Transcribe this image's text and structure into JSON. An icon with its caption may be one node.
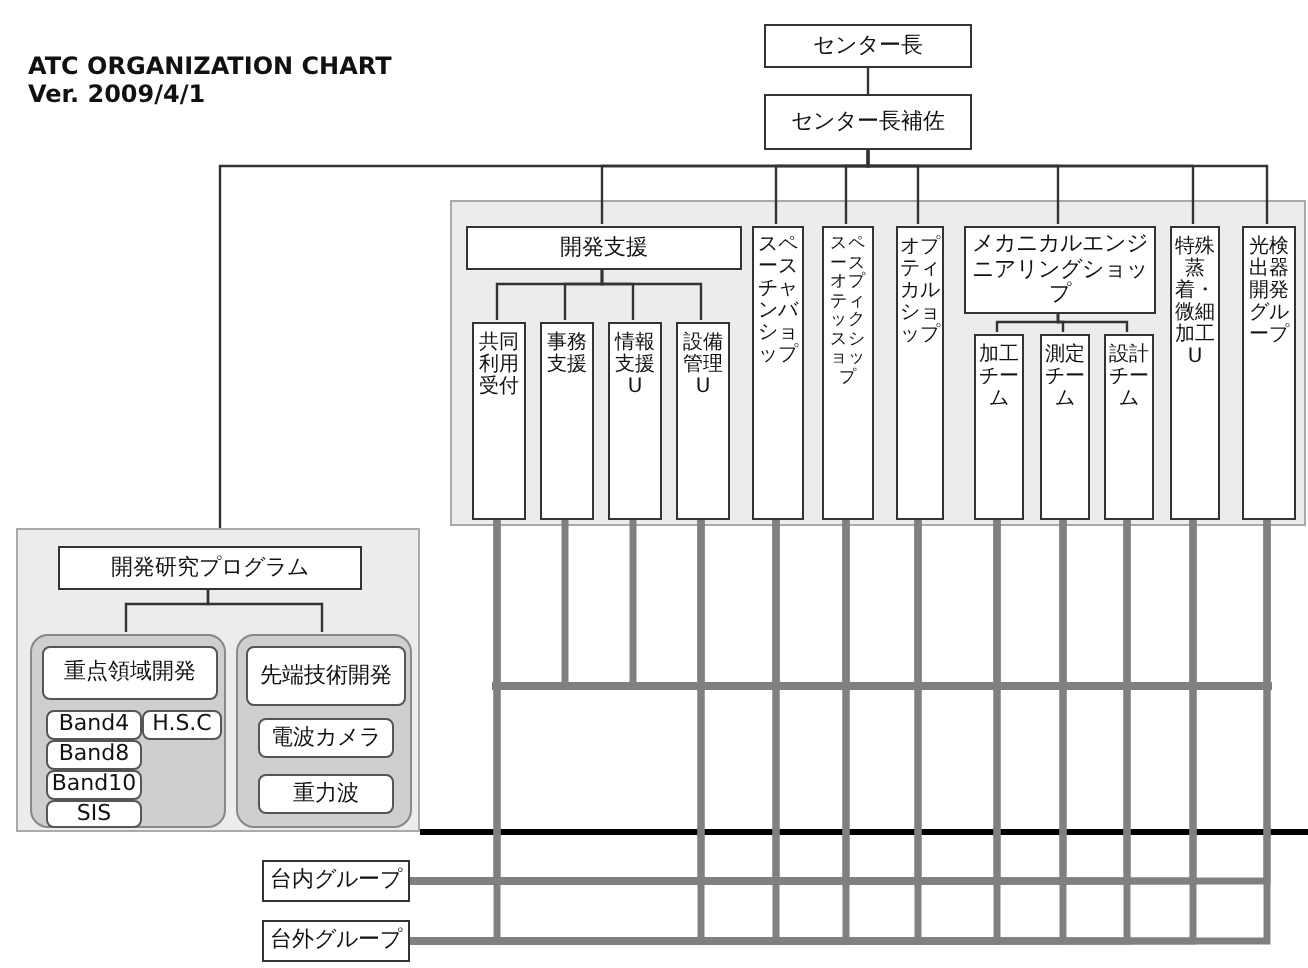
{
  "diagram": {
    "title": "ATC ORGANIZATION CHART",
    "nodes": [
      {
        "text": [
          "センター長"
        ]
      },
      {
        "text": [
          "センター長補佐"
        ]
      },
      {
        "text": [],
        "shape": "box"
      },
      {
        "text": [
          "開発支援"
        ],
        "in": 2
      },
      {
        "text": [
          "共同利用受付"
        ],
        "in": 2
      },
      {
        "text": [
          "事務支援"
        ],
        "in": 2
      },
      {
        "text": [
          "情報支援U"
        ],
        "in": 2
      },
      {
        "text": [
          "設備管理U"
        ],
        "in": 2
      },
      {
        "text": [
          "スペースチャンバショップ"
        ],
        "in": 2
      },
      {
        "text": [
          "スペースオプティックスショップ"
        ],
        "in": 2
      },
      {
        "text": [
          "オプティカルショップ"
        ],
        "in": 2
      },
      {
        "text": [
          "メカニカルエンジニアリングショップ"
        ],
        "in": 2
      },
      {
        "text": [
          "加工チーム"
        ],
        "in": 2
      },
      {
        "text": [
          "測定チーム"
        ],
        "in": 2
      },
      {
        "text": [
          "設計チーム"
        ],
        "in": 2
      },
      {
        "text": [
          "特殊蒸着・微細加工U"
        ],
        "in": 2
      },
      {
        "text": [
          "光検出器開発グループ"
        ],
        "in": 2
      },
      {
        "text": [],
        "shape": "box"
      },
      {
        "text": [
          "開発研究プログラム"
        ],
        "in": 17
      },
      {
        "text": [],
        "shape": "box",
        "in": 17
      },
      {
        "text": [
          "重点領域開発"
        ],
        "in": 19
      },
      {
        "text": [
          "Band4"
        ],
        "in": 19
      },
      {
        "text": [
          "H.S.C"
        ],
        "in": 19
      },
      {
        "text": [
          "Band8"
        ],
        "in": 19
      },
      {
        "text": [
          "Band10"
        ],
        "in": 19
      },
      {
        "text": [
          "SIS"
        ],
        "in": 19
      },
      {
        "text": [],
        "shape": "box",
        "in": 17
      },
      {
        "text": [
          "先端技術開発"
        ],
        "in": 26
      },
      {
        "text": [
          "電波カメラ"
        ],
        "in": 26
      },
      {
        "text": [
          "重力波"
        ],
        "in": 26
      },
      {
        "text": [
          "台内グループ"
        ]
      },
      {
        "text": [
          "台外グループ"
        ]
      },
      {
        "text": [],
        "shape": "bar"
      }
    ],
    "edges": [
      {
        "from": 0,
        "to": 1,
        "arrow": "none"
      },
      {
        "from": 1,
        "to": 17,
        "arrow": "none"
      },
      {
        "from": 1,
        "to": 3,
        "arrow": "none"
      },
      {
        "from": 1,
        "to": 8,
        "arrow": "none"
      },
      {
        "from": 1,
        "to": 9,
        "arrow": "none"
      },
      {
        "from": 1,
        "to": 10,
        "arrow": "none"
      },
      {
        "from": 1,
        "to": 11,
        "arrow": "none"
      },
      {
        "from": 1,
        "to": 15,
        "arrow": "none"
      },
      {
        "from": 1,
        "to": 16,
        "arrow": "none"
      },
      {
        "from": 3,
        "to": 4,
        "arrow": "none"
      },
      {
        "from": 3,
        "to": 5,
        "arrow": "none"
      },
      {
        "from": 3,
        "to": 6,
        "arrow": "none"
      },
      {
        "from": 3,
        "to": 7,
        "arrow": "none"
      },
      {
        "from": 11,
        "to": 12,
        "arrow": "none"
      },
      {
        "from": 11,
        "to": 13,
        "arrow": "none"
      },
      {
        "from": 11,
        "to": 14,
        "arrow": "none"
      },
      {
        "from": 18,
        "to": 19,
        "arrow": "none"
      },
      {
        "from": 18,
        "to": 26,
        "arrow": "none"
      },
      {
        "from": 4,
        "to": 32,
        "arrow": "none",
        "color": "#808080"
      },
      {
        "from": 5,
        "to": 32,
        "arrow": "none",
        "color": "#808080"
      },
      {
        "from": 6,
        "to": 32,
        "arrow": "none",
        "color": "#808080"
      },
      {
        "from": 7,
        "to": 32,
        "arrow": "none",
        "color": "#808080"
      },
      {
        "from": 8,
        "to": 32,
        "arrow": "none",
        "color": "#808080"
      },
      {
        "from": 9,
        "to": 32,
        "arrow": "none",
        "color": "#808080"
      },
      {
        "from": 10,
        "to": 32,
        "arrow": "none",
        "color": "#808080"
      },
      {
        "from": 12,
        "to": 32,
        "arrow": "none",
        "color": "#808080"
      },
      {
        "from": 13,
        "to": 32,
        "arrow": "none",
        "color": "#808080"
      },
      {
        "from": 14,
        "to": 32,
        "arrow": "none",
        "color": "#808080"
      },
      {
        "from": 15,
        "to": 32,
        "arrow": "none",
        "color": "#808080"
      },
      {
        "from": 16,
        "to": 32,
        "arrow": "none",
        "color": "#808080"
      },
      {
        "from": 30,
        "to": 4,
        "arrow": "none",
        "color": "#808080"
      },
      {
        "from": 30,
        "to": 7,
        "arrow": "none",
        "color": "#808080"
      },
      {
        "from": 30,
        "to": 8,
        "arrow": "none",
        "color": "#808080"
      },
      {
        "from": 30,
        "to": 9,
        "arrow": "none",
        "color": "#808080"
      },
      {
        "from": 30,
        "to": 10,
        "arrow": "none",
        "color": "#808080"
      },
      {
        "from": 30,
        "to": 12,
        "arrow": "none",
        "color": "#808080"
      },
      {
        "from": 30,
        "to": 13,
        "arrow": "none",
        "color": "#808080"
      },
      {
        "from": 30,
        "to": 14,
        "arrow": "none",
        "color": "#808080"
      },
      {
        "from": 30,
        "to": 15,
        "arrow": "none",
        "color": "#808080"
      },
      {
        "from": 30,
        "to": 16,
        "arrow": "none",
        "color": "#808080"
      },
      {
        "from": 31,
        "to": 4,
        "arrow": "none",
        "color": "#808080"
      },
      {
        "from": 31,
        "to": 7,
        "arrow": "none",
        "color": "#808080"
      },
      {
        "from": 31,
        "to": 8,
        "arrow": "none",
        "color": "#808080"
      },
      {
        "from": 31,
        "to": 9,
        "arrow": "none",
        "color": "#808080"
      },
      {
        "from": 31,
        "to": 10,
        "arrow": "none",
        "color": "#808080"
      },
      {
        "from": 31,
        "to": 12,
        "arrow": "none",
        "color": "#808080"
      },
      {
        "from": 31,
        "to": 13,
        "arrow": "none",
        "color": "#808080"
      },
      {
        "from": 31,
        "to": 14,
        "arrow": "none",
        "color": "#808080"
      },
      {
        "from": 31,
        "to": 15,
        "arrow": "none",
        "color": "#808080"
      },
      {
        "from": 31,
        "to": 16,
        "arrow": "none",
        "color": "#808080"
      }
    ],
    "labels": [
      "Ver. 2009/4/1"
    ]
  }
}
